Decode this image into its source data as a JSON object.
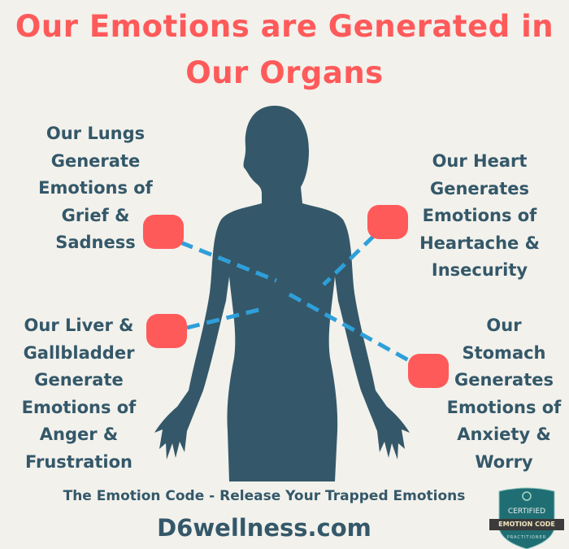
{
  "title": {
    "line1": "Our Emotions are Generated in",
    "line2": "Our Organs"
  },
  "organs": [
    {
      "id": "lungs",
      "text": "Our Lungs\nGenerate\nEmotions of\nGrief &\nSadness"
    },
    {
      "id": "heart",
      "text": "Our Heart\nGenerates\nEmotions of\nHeartache &\nInsecurity"
    },
    {
      "id": "liver",
      "text": "Our Liver &\nGallbladder\nGenerate\nEmotions of\nAnger &\nFrustration"
    },
    {
      "id": "stomach",
      "text": "Our\nStomach\nGenerates\nEmotions of\nAnxiety &\nWorry"
    }
  ],
  "footer": {
    "tagline": "The Emotion Code - Release Your Trapped Emotions",
    "website": "D6wellness.com"
  },
  "badge": {
    "top": "CERTIFIED",
    "ribbon": "EMOTION CODE",
    "bottom": "PRACTITIONER"
  },
  "colors": {
    "title": "#ff5a5a",
    "text": "#345869",
    "silhouette": "#345869",
    "marker": "#ff5a5a",
    "connector": "#2e9fd9",
    "badge": "#1f6e73",
    "background": "#f2f1ec"
  }
}
